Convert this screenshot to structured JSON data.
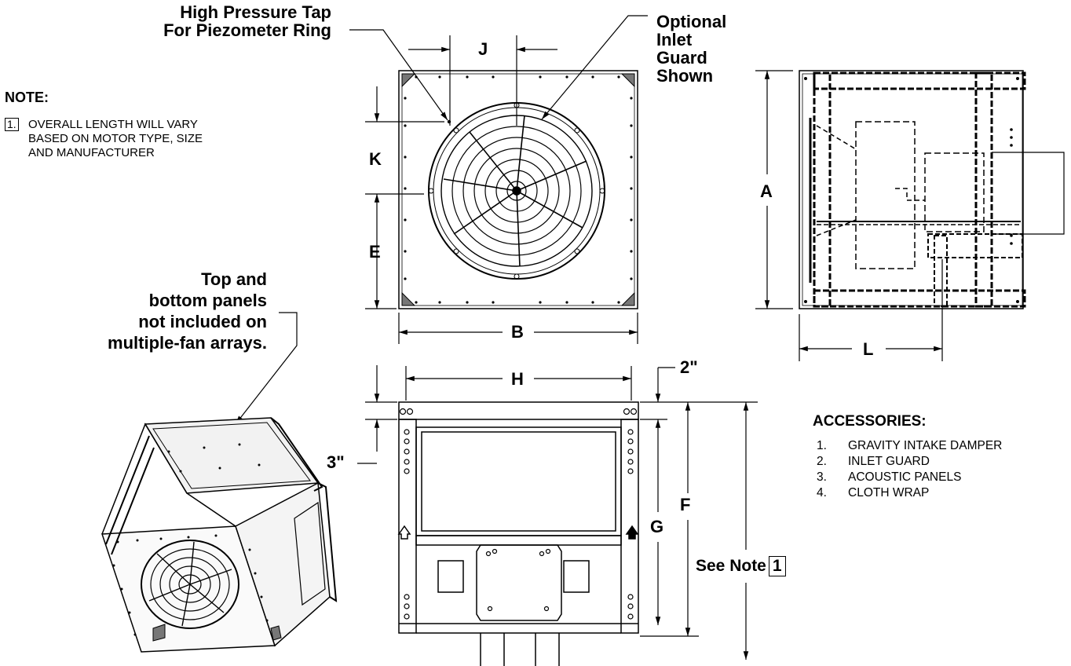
{
  "callouts": {
    "pressure_tap": [
      "High Pressure Tap",
      "For Piezometer Ring"
    ],
    "inlet_guard": [
      "Optional",
      "Inlet",
      "Guard",
      "Shown"
    ],
    "panels": [
      "Top and",
      "bottom panels",
      "not included on",
      "multiple-fan arrays."
    ]
  },
  "note": {
    "heading": "NOTE:",
    "number": "1.",
    "lines": [
      "OVERALL LENGTH WILL VARY",
      "BASED ON MOTOR TYPE, SIZE",
      "AND MANUFACTURER"
    ]
  },
  "dimensions": {
    "A": "A",
    "B": "B",
    "E": "E",
    "F": "F",
    "G": "G",
    "H": "H",
    "J": "J",
    "K": "K",
    "L": "L",
    "two_in": "2\"",
    "three_in": "3\""
  },
  "see_note": {
    "label": "See Note",
    "ref": "1"
  },
  "accessories": {
    "heading": "ACCESSORIES:",
    "items": [
      {
        "num": "1.",
        "label": "GRAVITY INTAKE DAMPER"
      },
      {
        "num": "2.",
        "label": "INLET GUARD"
      },
      {
        "num": "3.",
        "label": "ACOUSTIC PANELS"
      },
      {
        "num": "4.",
        "label": "CLOTH WRAP"
      }
    ]
  }
}
